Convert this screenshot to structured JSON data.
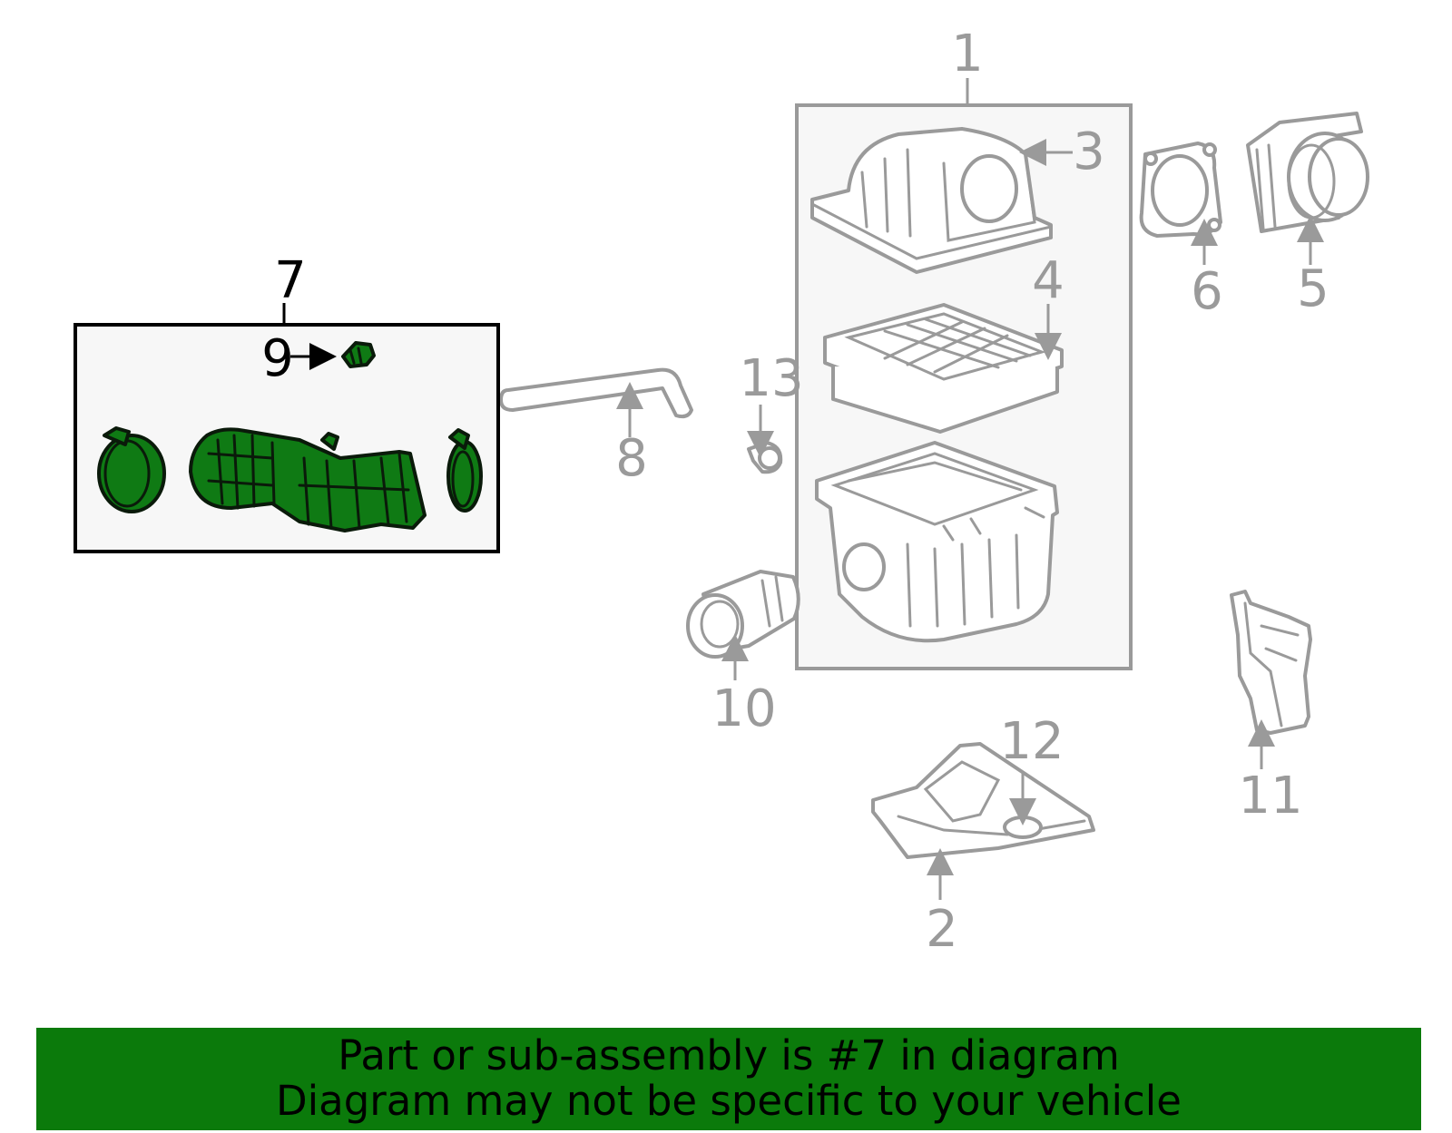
{
  "callouts": {
    "c1": "1",
    "c2": "2",
    "c3": "3",
    "c4": "4",
    "c5": "5",
    "c6": "6",
    "c7": "7",
    "c8": "8",
    "c9": "9",
    "c10": "10",
    "c11": "11",
    "c12": "12",
    "c13": "13"
  },
  "highlighted_part": "7",
  "colors": {
    "highlight_green": "#0f7a14",
    "banner_green": "#0b7a0b",
    "gray_line": "#9a9a9a",
    "box_fill": "#f7f7f7"
  },
  "banner": {
    "line1": "Part or sub-assembly is #7 in diagram",
    "line2": "Diagram may not be specific to your vehicle"
  }
}
